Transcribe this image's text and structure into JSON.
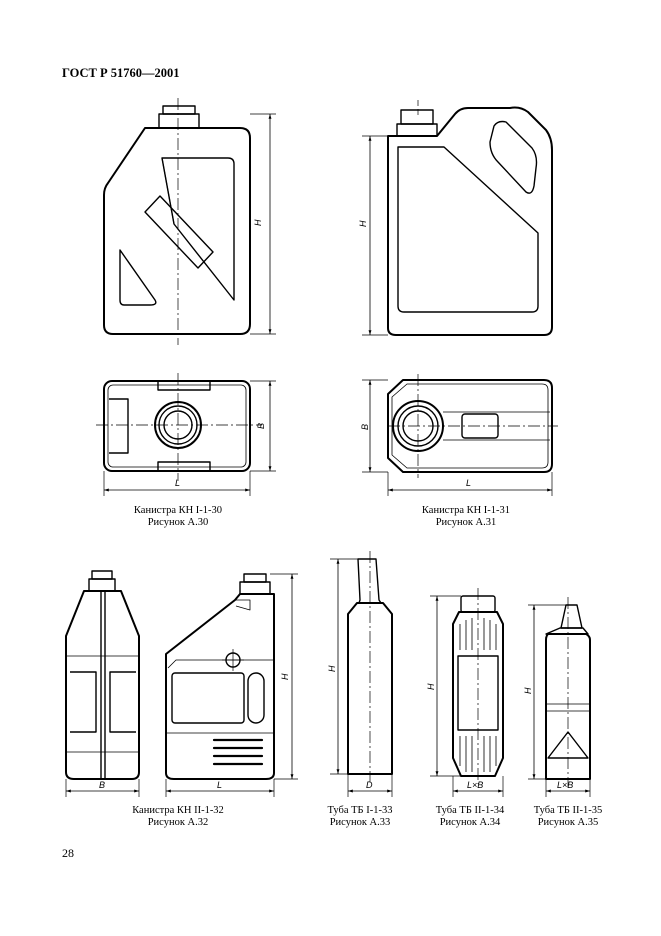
{
  "header": {
    "standard": "ГОСТ Р 51760—2001"
  },
  "page_number": "28",
  "figures": [
    {
      "name": "Канистра КН I-1-30",
      "figure": "Рисунок А.30"
    },
    {
      "name": "Канистра КН I-1-31",
      "figure": "Рисунок А.31"
    },
    {
      "name": "Канистра КН II-1-32",
      "figure": "Рисунок А.32"
    },
    {
      "name": "Туба ТБ I-1-33",
      "figure": "Рисунок А.33"
    },
    {
      "name": "Туба ТБ II-1-34",
      "figure": "Рисунок А.34"
    },
    {
      "name": "Туба ТБ II-1-35",
      "figure": "Рисунок А.35"
    }
  ],
  "dimension_labels": {
    "H": "H",
    "B": "B",
    "L": "L",
    "D": "D",
    "LxB": "L×B"
  }
}
